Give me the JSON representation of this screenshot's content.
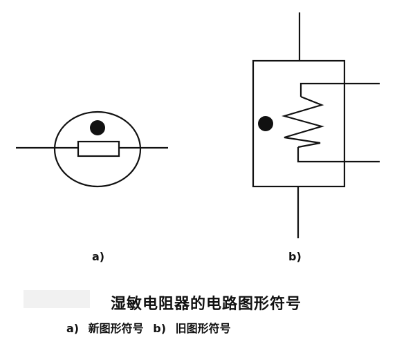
{
  "labels": {
    "a": "a)",
    "b": "b)"
  },
  "caption": {
    "title": "湿敏电阻器的电路图形符号",
    "subtitle": "a) 新图形符号   b) 旧图形符号"
  },
  "colors": {
    "ink": "#111111",
    "background": "#ffffff"
  }
}
